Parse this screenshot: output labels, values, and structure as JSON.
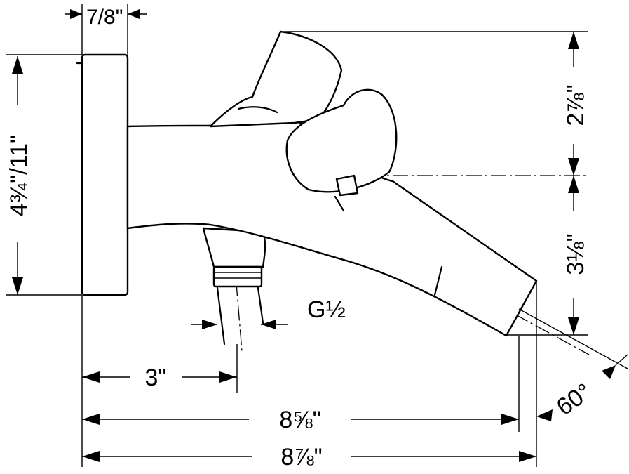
{
  "dimensions": {
    "wall_plate_depth": "7/8\"",
    "height": "4¾\"/11\"",
    "upper_height": "2⅞\"",
    "lower_height": "3⅛\"",
    "thread": "G½",
    "outlet_offset": "3\"",
    "spout_length": "8⅝\"",
    "total_length": "8⅞\"",
    "spout_angle": "60°"
  }
}
